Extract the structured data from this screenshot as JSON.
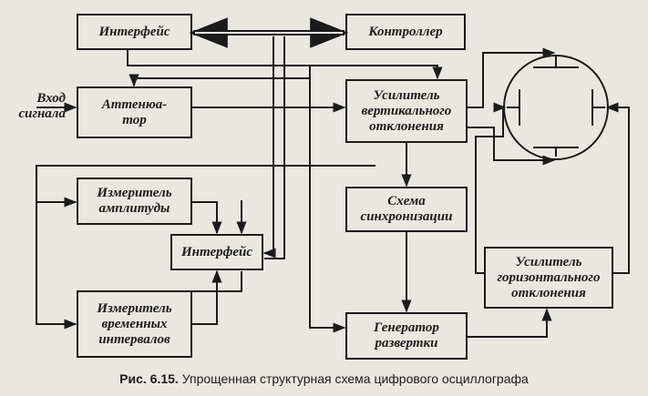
{
  "diagram": {
    "blocks": {
      "interface_top": "Интерфейс",
      "controller": "Контроллер",
      "attenuator": "Аттенюа-\nтор",
      "vertical_amp": "Усилитель\nвертикального\nотклонения",
      "amplitude_meter": "Измеритель\nамплитуды",
      "sync_circuit": "Схема\nсинхронизации",
      "interface_mid": "Интерфейс",
      "horizontal_amp": "Усилитель\nгоризонтального\nотклонения",
      "time_meter": "Измеритель\nвременных\nинтервалов",
      "sweep_generator": "Генератор\nразвертки"
    },
    "input_label": "Вход\nсигнала",
    "crt": "cathode-ray-tube"
  },
  "caption": {
    "number": "Рис. 6.15.",
    "text": "Упрощенная структурная схема цифрового осциллографа"
  },
  "colors": {
    "ink": "#1b1b1b",
    "paper": "#eae7e1"
  }
}
